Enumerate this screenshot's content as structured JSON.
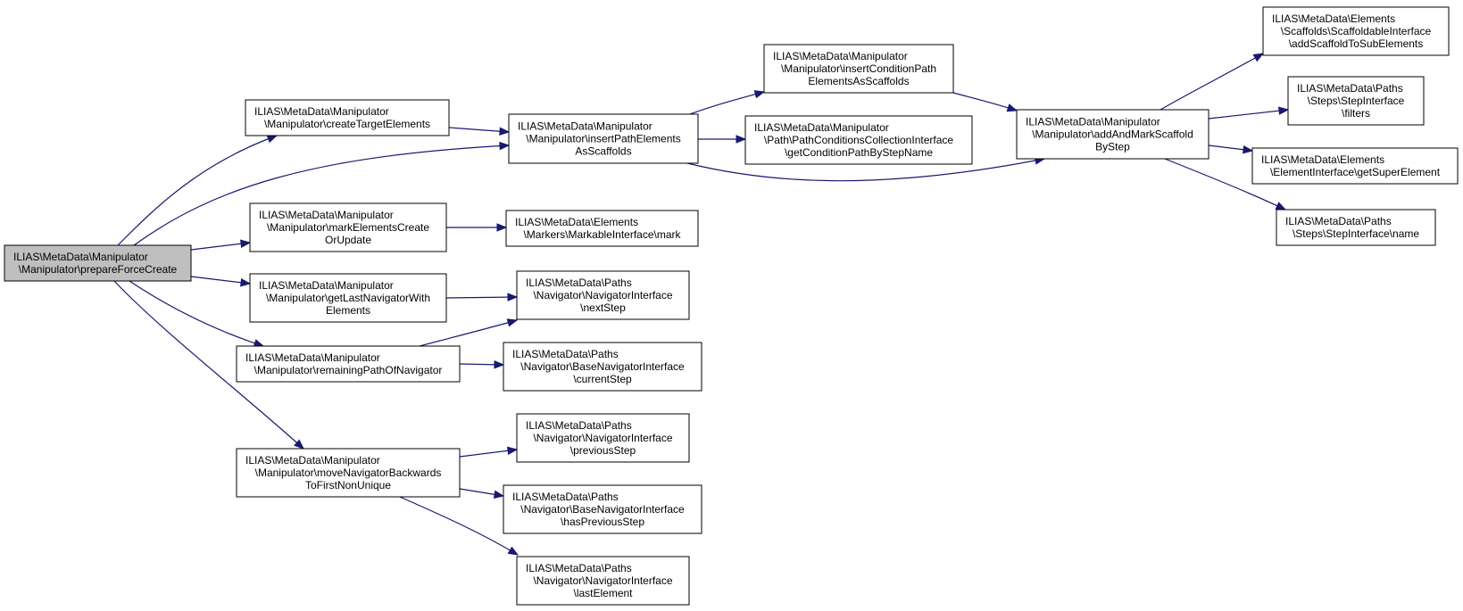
{
  "nodes": [
    {
      "id": "root",
      "lines": [
        "ILIAS\\MetaData\\Manipulator",
        "\\Manipulator\\prepareForceCreate"
      ],
      "root": true
    },
    {
      "id": "createTarget",
      "lines": [
        "ILIAS\\MetaData\\Manipulator",
        "\\Manipulator\\createTargetElements"
      ]
    },
    {
      "id": "markCreate",
      "lines": [
        "ILIAS\\MetaData\\Manipulator",
        "\\Manipulator\\markElementsCreate",
        "OrUpdate"
      ]
    },
    {
      "id": "getLastNav",
      "lines": [
        "ILIAS\\MetaData\\Manipulator",
        "\\Manipulator\\getLastNavigatorWith",
        "Elements"
      ]
    },
    {
      "id": "remainingPath",
      "lines": [
        "ILIAS\\MetaData\\Manipulator",
        "\\Manipulator\\remainingPathOfNavigator"
      ]
    },
    {
      "id": "moveBack",
      "lines": [
        "ILIAS\\MetaData\\Manipulator",
        "\\Manipulator\\moveNavigatorBackwards",
        "ToFirstNonUnique"
      ]
    },
    {
      "id": "insertPath",
      "lines": [
        "ILIAS\\MetaData\\Manipulator",
        "\\Manipulator\\insertPathElements",
        "AsScaffolds"
      ]
    },
    {
      "id": "mark",
      "lines": [
        "ILIAS\\MetaData\\Elements",
        "\\Markers\\MarkableInterface\\mark"
      ]
    },
    {
      "id": "nextStep",
      "lines": [
        "ILIAS\\MetaData\\Paths",
        "\\Navigator\\NavigatorInterface",
        "\\nextStep"
      ]
    },
    {
      "id": "currentStep",
      "lines": [
        "ILIAS\\MetaData\\Paths",
        "\\Navigator\\BaseNavigatorInterface",
        "\\currentStep"
      ]
    },
    {
      "id": "previousStep",
      "lines": [
        "ILIAS\\MetaData\\Paths",
        "\\Navigator\\NavigatorInterface",
        "\\previousStep"
      ]
    },
    {
      "id": "hasPrevious",
      "lines": [
        "ILIAS\\MetaData\\Paths",
        "\\Navigator\\BaseNavigatorInterface",
        "\\hasPreviousStep"
      ]
    },
    {
      "id": "lastElement",
      "lines": [
        "ILIAS\\MetaData\\Paths",
        "\\Navigator\\NavigatorInterface",
        "\\lastElement"
      ]
    },
    {
      "id": "insertCondition",
      "lines": [
        "ILIAS\\MetaData\\Manipulator",
        "\\Manipulator\\insertConditionPath",
        "ElementsAsScaffolds"
      ]
    },
    {
      "id": "getCondition",
      "lines": [
        "ILIAS\\MetaData\\Manipulator",
        "\\Path\\PathConditionsCollectionInterface",
        "\\getConditionPathByStepName"
      ]
    },
    {
      "id": "addAndMark",
      "lines": [
        "ILIAS\\MetaData\\Manipulator",
        "\\Manipulator\\addAndMarkScaffold",
        "ByStep"
      ]
    },
    {
      "id": "addScaffold",
      "lines": [
        "ILIAS\\MetaData\\Elements",
        "\\Scaffolds\\ScaffoldableInterface",
        "\\addScaffoldToSubElements"
      ]
    },
    {
      "id": "filters",
      "lines": [
        "ILIAS\\MetaData\\Paths",
        "\\Steps\\StepInterface",
        "\\filters"
      ]
    },
    {
      "id": "getSuper",
      "lines": [
        "ILIAS\\MetaData\\Elements",
        "\\ElementInterface\\getSuperElement"
      ]
    },
    {
      "id": "name",
      "lines": [
        "ILIAS\\MetaData\\Paths",
        "\\Steps\\StepInterface\\name"
      ]
    }
  ],
  "edges": [
    {
      "from": "root",
      "to": "createTarget"
    },
    {
      "from": "root",
      "to": "insertPath"
    },
    {
      "from": "root",
      "to": "markCreate"
    },
    {
      "from": "root",
      "to": "getLastNav"
    },
    {
      "from": "root",
      "to": "remainingPath"
    },
    {
      "from": "root",
      "to": "moveBack"
    },
    {
      "from": "createTarget",
      "to": "insertPath"
    },
    {
      "from": "markCreate",
      "to": "mark"
    },
    {
      "from": "getLastNav",
      "to": "nextStep"
    },
    {
      "from": "remainingPath",
      "to": "nextStep"
    },
    {
      "from": "remainingPath",
      "to": "currentStep"
    },
    {
      "from": "moveBack",
      "to": "previousStep"
    },
    {
      "from": "moveBack",
      "to": "hasPrevious"
    },
    {
      "from": "moveBack",
      "to": "lastElement"
    },
    {
      "from": "insertPath",
      "to": "insertCondition"
    },
    {
      "from": "insertPath",
      "to": "getCondition"
    },
    {
      "from": "insertPath",
      "to": "addAndMark"
    },
    {
      "from": "insertCondition",
      "to": "addAndMark"
    },
    {
      "from": "addAndMark",
      "to": "addScaffold"
    },
    {
      "from": "addAndMark",
      "to": "filters"
    },
    {
      "from": "addAndMark",
      "to": "getSuper"
    },
    {
      "from": "addAndMark",
      "to": "name"
    }
  ],
  "colors": {
    "edge": "#191970",
    "root_fill": "#bfbfbf",
    "node_fill": "#ffffff",
    "node_border": "#000000"
  }
}
